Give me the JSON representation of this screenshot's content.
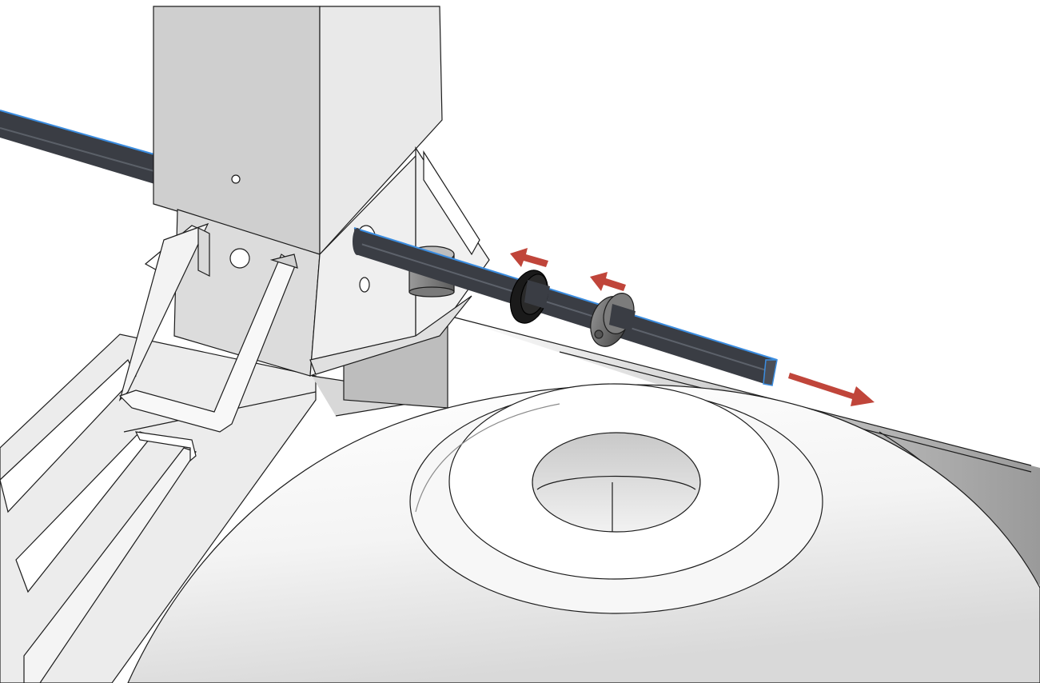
{
  "illustration": {
    "kind": "assembly-step",
    "parts": [
      "shaft",
      "bracket-post",
      "gusset-plates",
      "u-clip",
      "rubber-washer",
      "shaft-collar",
      "dome-base",
      "base-ring",
      "rail-channel"
    ],
    "arrows": [
      {
        "name": "washer-slide-arrow",
        "direction": "up-left"
      },
      {
        "name": "collar-slide-arrow",
        "direction": "up-left"
      },
      {
        "name": "shaft-pull-arrow",
        "direction": "down-right"
      }
    ]
  },
  "colors": {
    "arrow": "#c0453a",
    "shaft_dark": "#3a3d44",
    "shaft_highlight": "#3b8de0",
    "part_light": "#e9e9e9",
    "part_mid": "#cfcfcf",
    "part_shadow": "#a9a9a9",
    "collar": "#6b6b6b",
    "washer": "#1a1a1a",
    "outline": "#1c1c1c"
  }
}
